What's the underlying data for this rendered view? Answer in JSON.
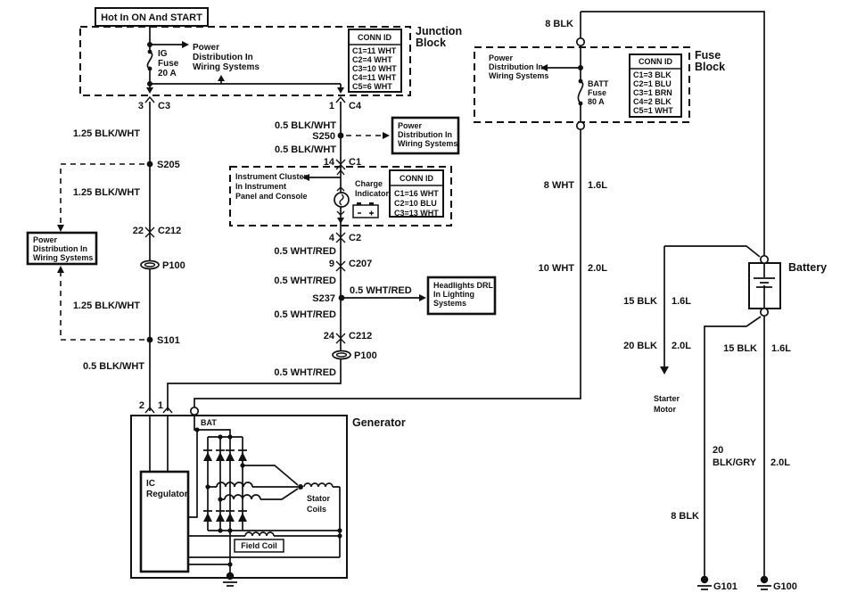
{
  "notes": {
    "hot": "Hot In ON And START"
  },
  "junction_block": {
    "title": [
      "Junction",
      "Block"
    ],
    "fuse": [
      "IG",
      "Fuse",
      "20 A"
    ],
    "power_dist": [
      "Power",
      "Distribution In",
      "Wiring Systems"
    ],
    "conn_id": {
      "header": "CONN ID",
      "rows": [
        "C1=11 WHT",
        "C2=4 WHT",
        "C3=10 WHT",
        "C4=11 WHT",
        "C5=6 WHT"
      ]
    }
  },
  "fuse_block": {
    "title": [
      "Fuse",
      "Block"
    ],
    "wire_top": "8 BLK",
    "fuse": [
      "BATT",
      "Fuse",
      "80 A"
    ],
    "power_dist": [
      "Power",
      "Distribution In",
      "Wiring Systems"
    ],
    "conn_id": {
      "header": "CONN ID",
      "rows": [
        "C1=3 BLK",
        "C2=1 BLU",
        "C3=1 BRN",
        "C4=2 BLK",
        "C5=1 WHT"
      ]
    }
  },
  "instrument_cluster": {
    "caption": [
      "Instrument Cluster",
      "In Instrument",
      "Panel and Console"
    ],
    "indicator": [
      "Charge",
      "Indicator"
    ],
    "conn_id": {
      "header": "CONN ID",
      "rows": [
        "C1=16 WHT",
        "C2=10 BLU",
        "C3=13 WHT"
      ]
    }
  },
  "references": {
    "left_power_dist": [
      "Power",
      "Distribution In",
      "Wiring Systems"
    ],
    "s250_power_dist": [
      "Power",
      "Distribution In",
      "Wiring Systems"
    ],
    "headlights": [
      "Headlights DRL",
      "In Lighting",
      "Systems"
    ],
    "starter": [
      "Starter",
      "Motor"
    ]
  },
  "connectors": {
    "c3": {
      "pin": "3",
      "name": "C3"
    },
    "c4": {
      "pin": "1",
      "name": "C4"
    },
    "c1": {
      "pin": "14",
      "name": "C1"
    },
    "c2": {
      "pin": "4",
      "name": "C2"
    },
    "c207": {
      "pin": "9",
      "name": "C207"
    },
    "c212_22": {
      "pin": "22",
      "name": "C212"
    },
    "c212_24": {
      "pin": "24",
      "name": "C212"
    }
  },
  "splices": {
    "s205": "S205",
    "s101": "S101",
    "s250": "S250",
    "s237": "S237"
  },
  "grommets": {
    "left": "P100",
    "center": "P100"
  },
  "wire_labels": {
    "jb_s205": "1.25 BLK/WHT",
    "s205_c212": "1.25 BLK/WHT",
    "p100_s101": "1.25 BLK/WHT",
    "s101_gen": "0.5 BLK/WHT",
    "c4_s250": "0.5 BLK/WHT",
    "s250_c1": "0.5 BLK/WHT",
    "c2_c207": "0.5 WHT/RED",
    "c207_s237": "0.5 WHT/RED",
    "s237_branch": "0.5 WHT/RED",
    "s237_c212": "0.5 WHT/RED",
    "p100_gen": "0.5 WHT/RED"
  },
  "variant_wires": {
    "fuse_gen_a": {
      "gauge": "8 WHT",
      "engine": "1.6L"
    },
    "fuse_gen_b": {
      "gauge": "10 WHT",
      "engine": "2.0L"
    },
    "starter_a": {
      "gauge": "15 BLK",
      "engine": "1.6L"
    },
    "starter_b": {
      "gauge": "20 BLK",
      "engine": "2.0L"
    },
    "batt_g100_a": {
      "gauge": "15 BLK",
      "engine": "1.6L"
    },
    "batt_g100_b": {
      "gauge": "20",
      "gauge2": "BLK/GRY",
      "engine": "2.0L"
    },
    "batt_g101": "8 BLK"
  },
  "battery": {
    "label": "Battery"
  },
  "generator": {
    "title": "Generator",
    "pin_left": "2",
    "pin_right": "1",
    "bat": "BAT",
    "ic_regulator": [
      "IC",
      "Regulator"
    ],
    "stator": [
      "Stator",
      "Coils"
    ],
    "field_coil": "Field Coil"
  },
  "grounds": {
    "g101": "G101",
    "g100": "G100"
  },
  "colors": {
    "line": "#111111",
    "background": "#ffffff"
  }
}
